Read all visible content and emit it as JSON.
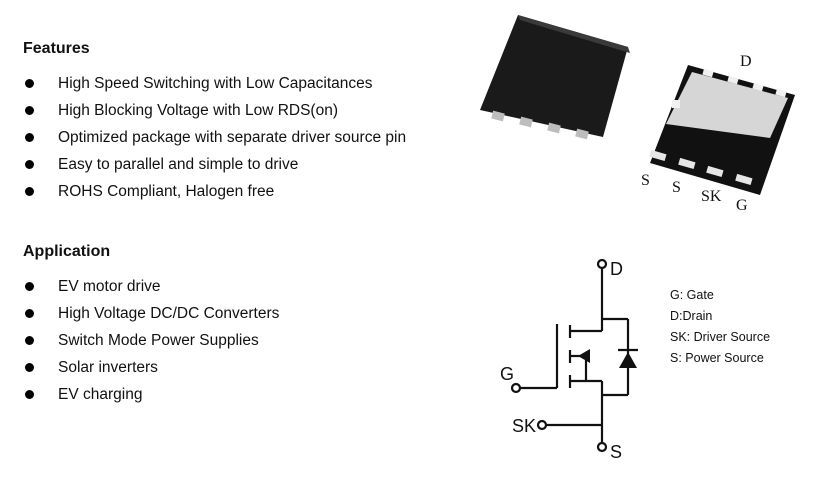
{
  "features": {
    "title": "Features",
    "items": [
      "High Speed Switching with Low Capacitances",
      "High Blocking Voltage with Low RDS(on)",
      "Optimized package with separate driver source pin",
      "Easy to parallel and simple to drive",
      "ROHS Compliant, Halogen free"
    ]
  },
  "application": {
    "title": "Application",
    "items": [
      "EV motor drive",
      "High Voltage DC/DC Converters",
      "Switch Mode Power Supplies",
      "Solar inverters",
      "EV charging"
    ]
  },
  "package": {
    "pin_drain": "D",
    "pin_s1": "S",
    "pin_s2": "S",
    "pin_sk": "SK",
    "pin_g": "G"
  },
  "schematic": {
    "label_d": "D",
    "label_g": "G",
    "label_sk": "SK",
    "label_s": "S"
  },
  "legend": [
    "G: Gate",
    "D:Drain",
    "SK: Driver Source",
    "S: Power Source"
  ]
}
